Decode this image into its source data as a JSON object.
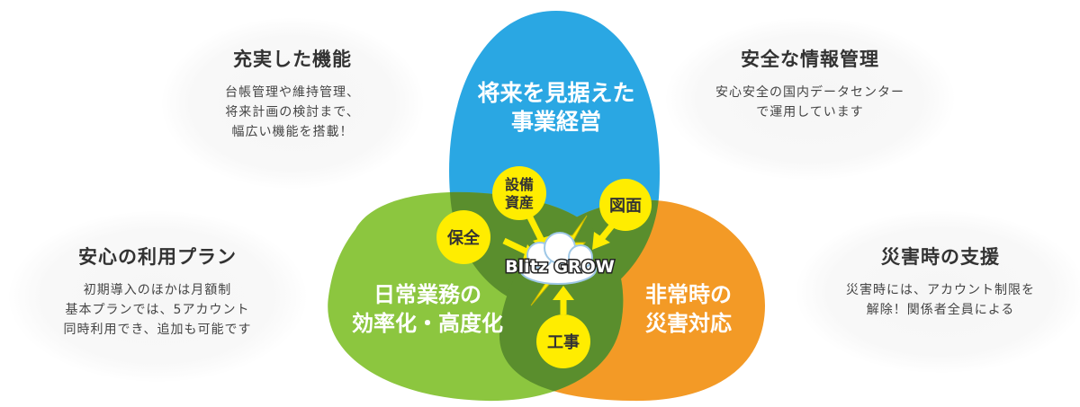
{
  "features": {
    "top_left": {
      "title": "充実した機能",
      "lines": [
        "台帳管理や維持管理、",
        "将来計画の検討まで、",
        "幅広い機能を搭載！"
      ]
    },
    "top_right": {
      "title": "安全な情報管理",
      "lines": [
        "安心安全の国内データセンター",
        "で運用しています"
      ]
    },
    "bottom_left": {
      "title": "安心の利用プラン",
      "lines": [
        "初期導入のほかは月額制",
        "基本プランでは、5アカウント",
        "同時利用でき、追加も可能です"
      ]
    },
    "bottom_right": {
      "title": "災害時の支援",
      "lines": [
        "災害時には、アカウント制限を",
        "解除！関係者全員による"
      ]
    }
  },
  "blobs": {
    "blue": {
      "lines": [
        "将来を見据えた",
        "事業経営"
      ],
      "color": "#2aa7e3"
    },
    "green": {
      "lines": [
        "日常業務の",
        "効率化・高度化"
      ],
      "color": "#8cc63f"
    },
    "orange": {
      "lines": [
        "非常時の",
        "災害対応"
      ],
      "color": "#f39a26"
    },
    "overlap_color": "#5a8e2d"
  },
  "badges": {
    "setsubi": {
      "lines": [
        "設備",
        "資産"
      ]
    },
    "zumen": {
      "lines": [
        "図面"
      ]
    },
    "hozen": {
      "lines": [
        "保全"
      ]
    },
    "kouji": {
      "lines": [
        "工事"
      ]
    },
    "color": "#ffed00"
  },
  "logo": {
    "text": "Blitz GROW",
    "bolt_color": "#ffed00"
  }
}
